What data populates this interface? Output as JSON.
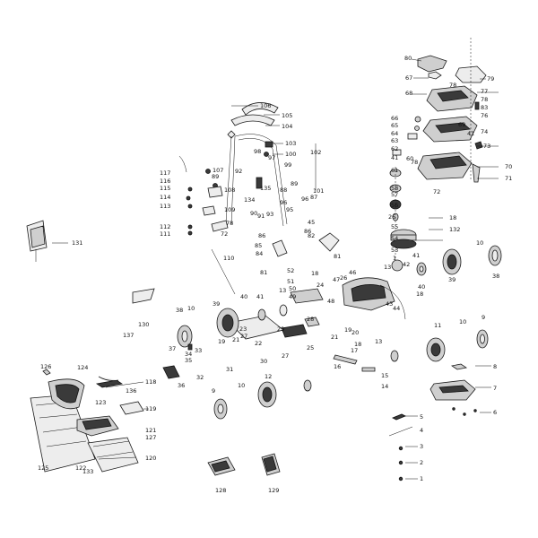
{
  "diagram": {
    "labels": [
      "80",
      "79",
      "67",
      "78",
      "68",
      "77",
      "78",
      "83",
      "76",
      "66",
      "65",
      "64",
      "63",
      "62",
      "74",
      "69",
      "41",
      "73",
      "41",
      "60",
      "78",
      "61",
      "70",
      "71",
      "58",
      "57",
      "72",
      "56",
      "26",
      "18",
      "55",
      "132",
      "54",
      "53",
      "1",
      "10",
      "38",
      "39",
      "42",
      "41",
      "13",
      "40",
      "18",
      "43",
      "44",
      "46",
      "106",
      "105",
      "104",
      "103",
      "100",
      "102",
      "98",
      "97",
      "92",
      "99",
      "89",
      "88",
      "101",
      "96",
      "117",
      "116",
      "115",
      "114",
      "113",
      "112",
      "111",
      "107",
      "89",
      "108",
      "109",
      "134",
      "135",
      "86",
      "90",
      "91",
      "93",
      "95",
      "96",
      "87",
      "86",
      "78",
      "72",
      "85",
      "84",
      "81",
      "82",
      "81",
      "45",
      "52",
      "110",
      "51",
      "50",
      "49",
      "48",
      "47",
      "26",
      "24",
      "18",
      "40",
      "41",
      "13",
      "39",
      "38",
      "10",
      "37",
      "34",
      "33",
      "19",
      "21",
      "27",
      "22",
      "35",
      "36",
      "32",
      "31",
      "23",
      "30",
      "29",
      "28",
      "25",
      "27",
      "19",
      "20",
      "17",
      "21",
      "18",
      "13",
      "16",
      "15",
      "14",
      "11",
      "10",
      "9",
      "8",
      "7",
      "6",
      "5",
      "4",
      "3",
      "2",
      "1",
      "12",
      "9",
      "10",
      "126",
      "124",
      "136",
      "118",
      "123",
      "119",
      "121",
      "127",
      "120",
      "122",
      "133",
      "125",
      "137",
      "130",
      "131",
      "128",
      "129"
    ]
  }
}
